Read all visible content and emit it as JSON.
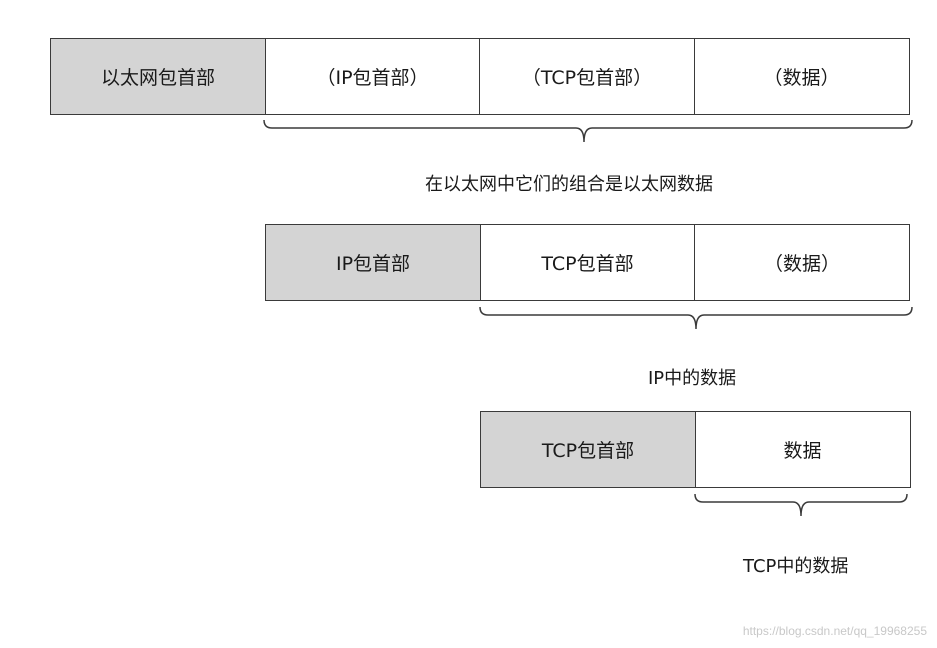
{
  "layer1": {
    "cells": [
      "以太网包首部",
      "（IP包首部）",
      "（TCP包首部）",
      "（数据）"
    ],
    "caption": "在以太网中它们的组合是以太网数据"
  },
  "layer2": {
    "cells": [
      "IP包首部",
      "TCP包首部",
      "（数据）"
    ],
    "caption": "IP中的数据"
  },
  "layer3": {
    "cells": [
      "TCP包首部",
      "数据"
    ],
    "caption": "TCP中的数据"
  },
  "watermark": "https://blog.csdn.net/qq_19968255",
  "colors": {
    "header_fill": "#d4d4d4",
    "border": "#3a3a3a"
  }
}
